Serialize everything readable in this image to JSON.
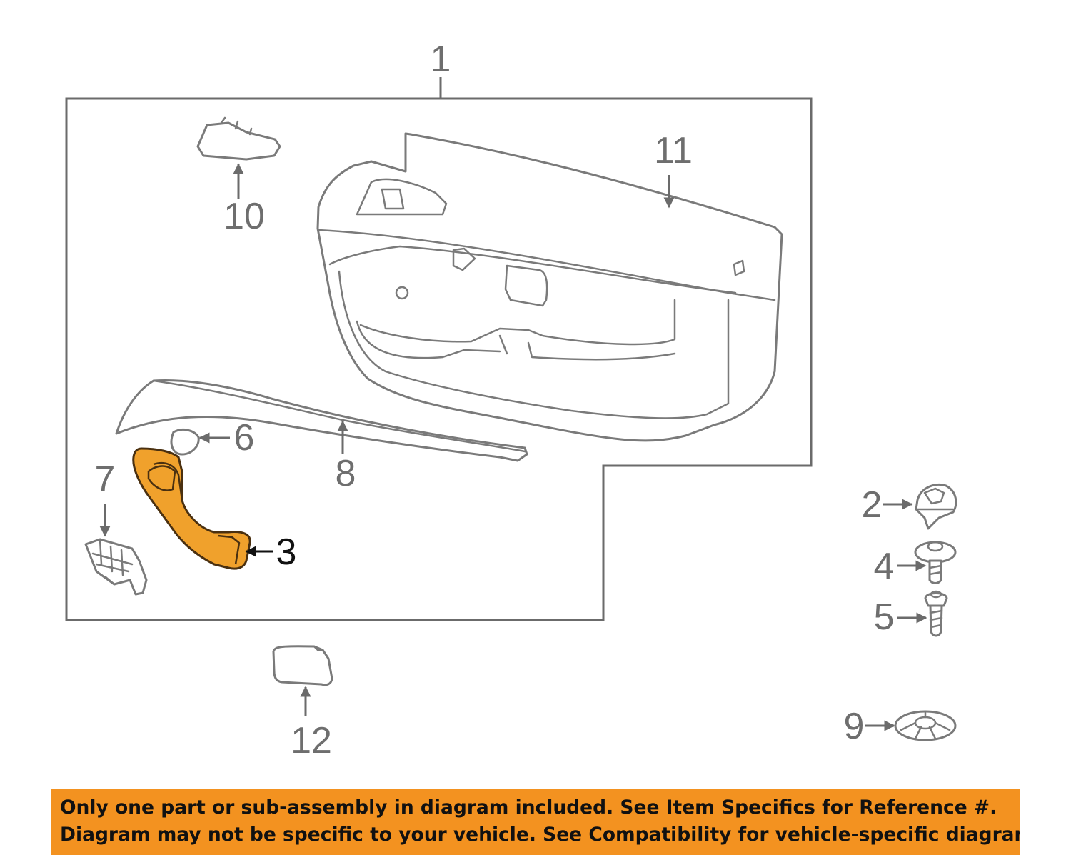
{
  "callouts": {
    "c1": "1",
    "c2": "2",
    "c3": "3",
    "c4": "4",
    "c5": "5",
    "c6": "6",
    "c7": "7",
    "c8": "8",
    "c9": "9",
    "c10": "10",
    "c11": "11",
    "c12": "12"
  },
  "highlighted_part": "3",
  "colors": {
    "highlight": "#f0a12c",
    "banner": "#f39220",
    "line": "#7a7a7a"
  },
  "disclaimer": {
    "line1": "Only one part or sub-assembly in diagram included. See Item Specifics for Reference #.",
    "line2": "Diagram may not be specific to your vehicle. See Compatibility for vehicle-specific diagrams."
  }
}
